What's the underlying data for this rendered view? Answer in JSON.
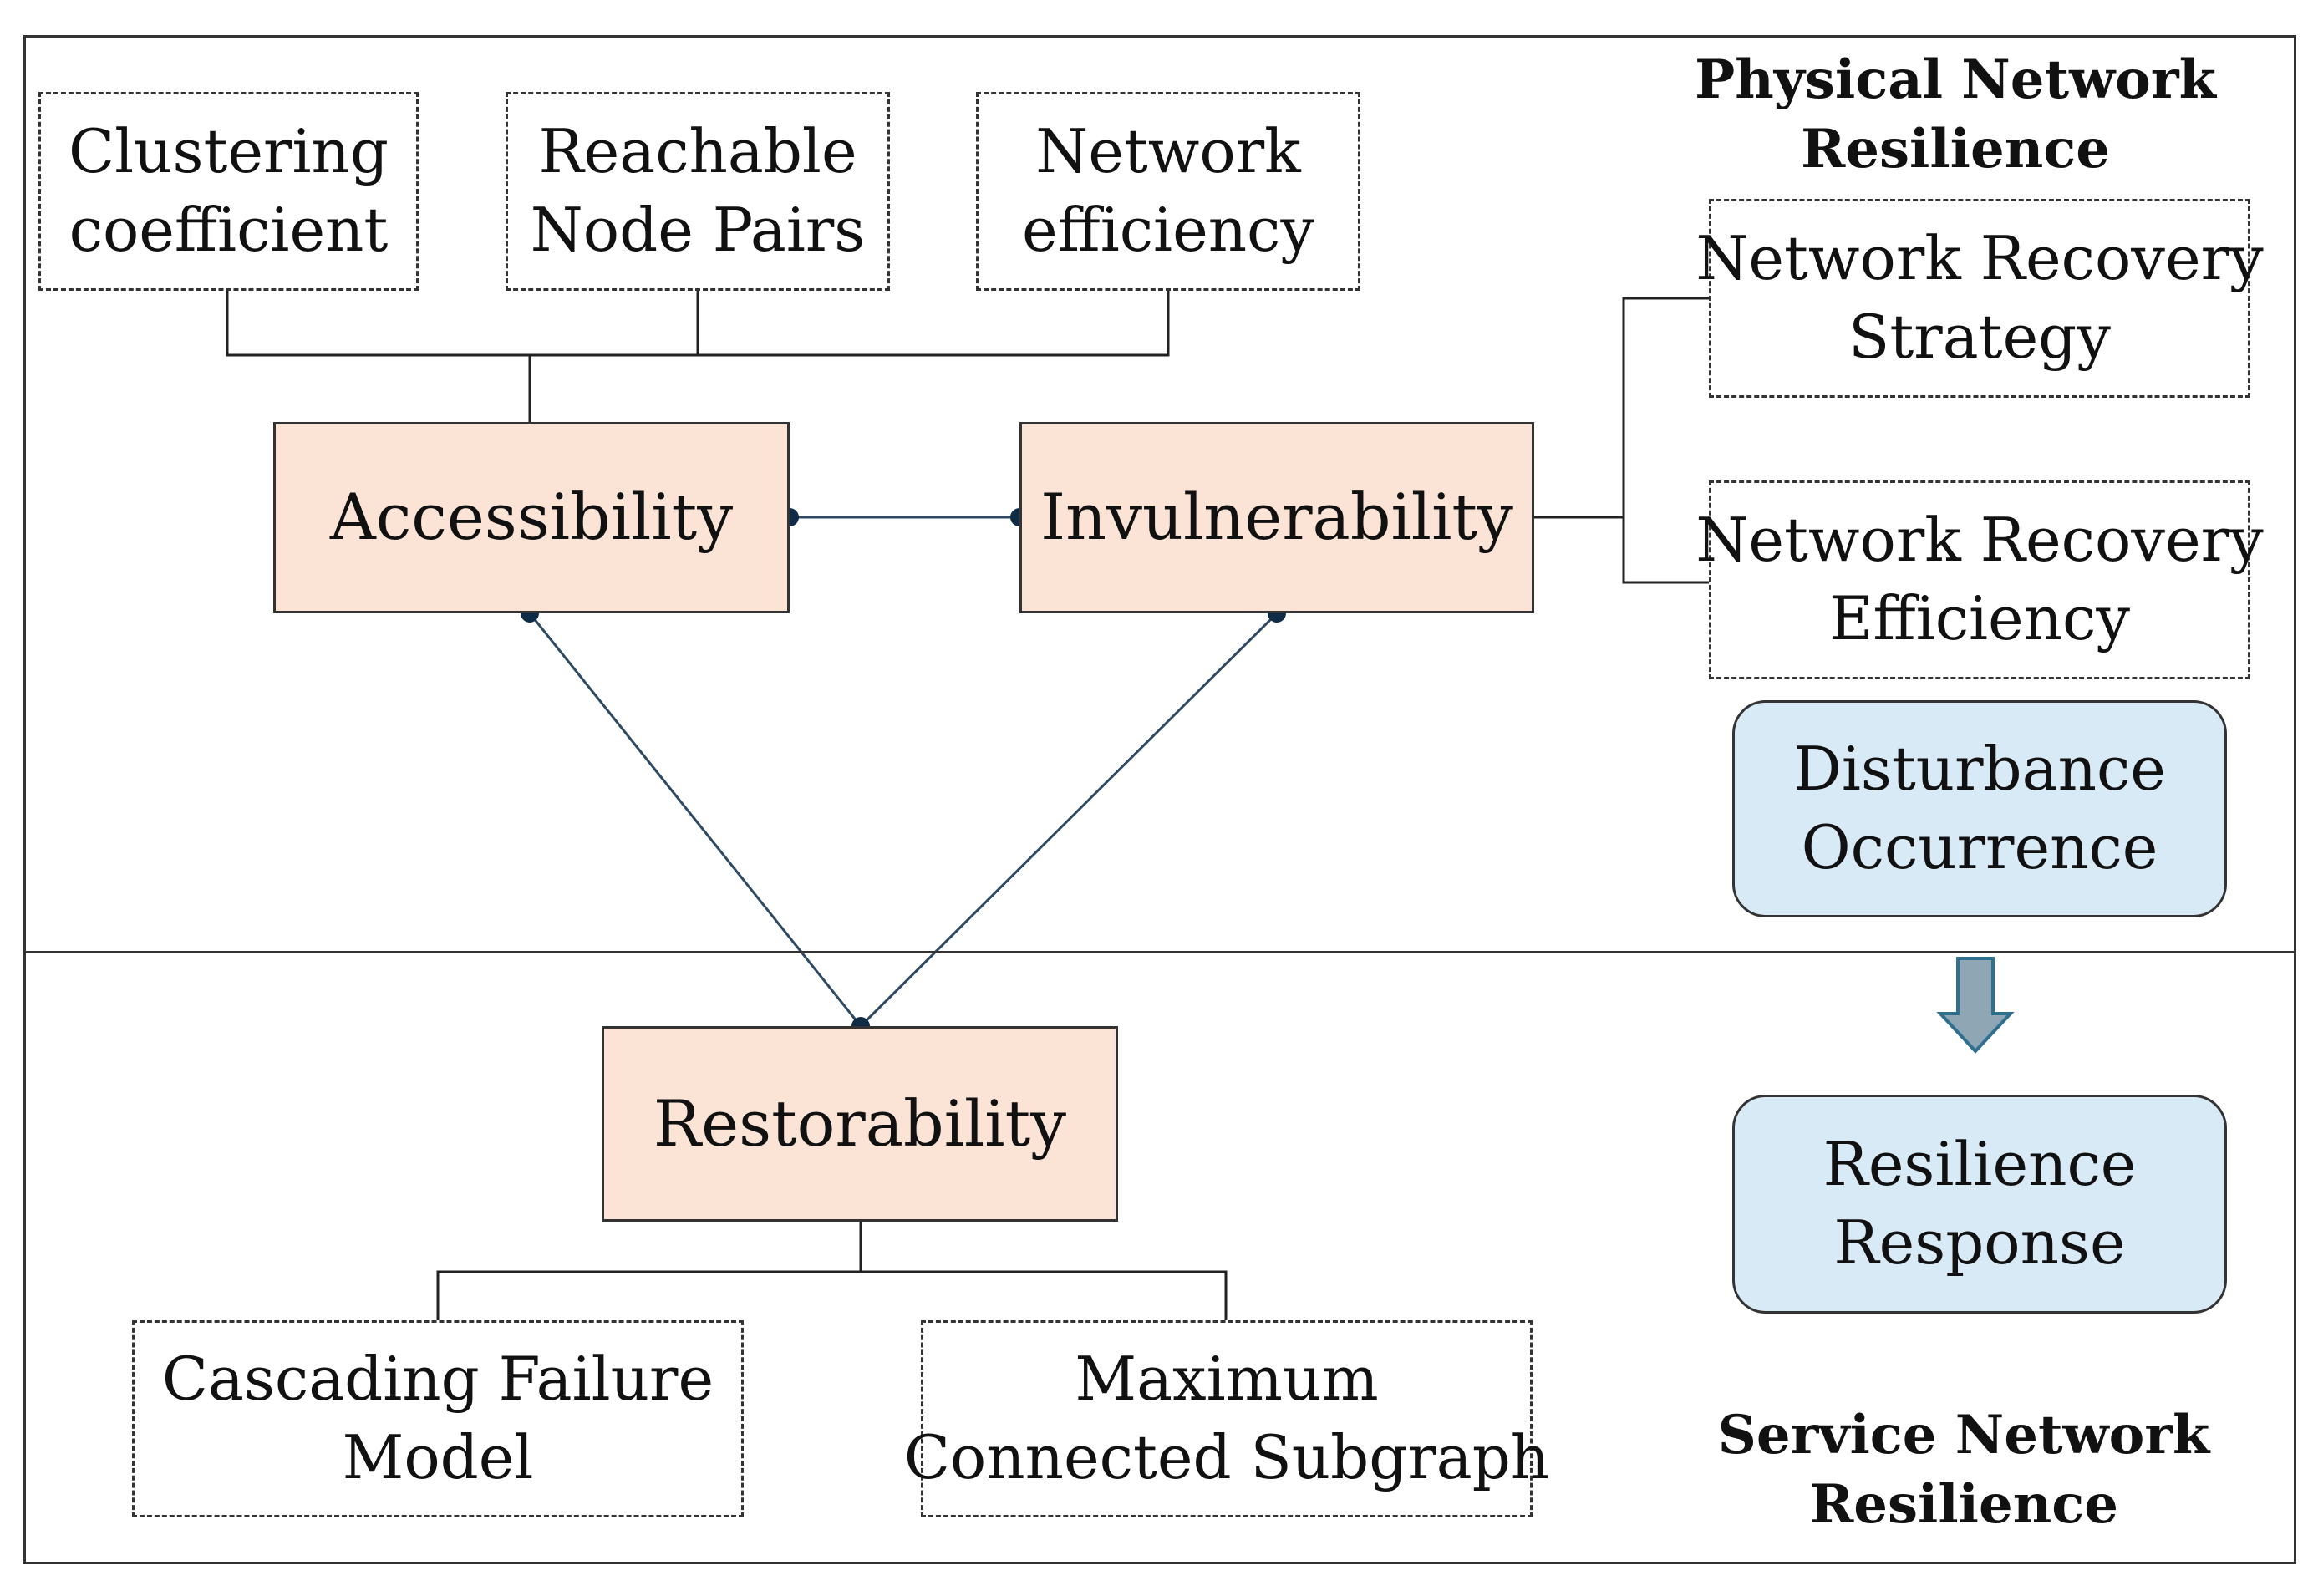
{
  "sections": {
    "physical_heading_line1": "Physical Network",
    "physical_heading_line2": "Resilience",
    "service_heading_line1": "Service Network",
    "service_heading_line2": "Resilience"
  },
  "metrics": {
    "clustering_line1": "Clustering",
    "clustering_line2": "coefficient",
    "reachable_line1": "Reachable",
    "reachable_line2": "Node Pairs",
    "efficiency_line1": "Network",
    "efficiency_line2": "efficiency",
    "recovery_strategy_line1": "Network Recovery",
    "recovery_strategy_line2": "Strategy",
    "recovery_efficiency_line1": "Network Recovery",
    "recovery_efficiency_line2": "Efficiency",
    "cascading_line1": "Cascading Failure",
    "cascading_line2": "Model",
    "max_subgraph_line1": "Maximum",
    "max_subgraph_line2": "Connected Subgraph"
  },
  "core": {
    "accessibility": "Accessibility",
    "invulnerability": "Invulnerability",
    "restorability": "Restorability"
  },
  "process": {
    "disturbance_line1": "Disturbance",
    "disturbance_line2": "Occurrence",
    "response_line1": "Resilience",
    "response_line2": "Response"
  },
  "colors": {
    "core_fill": "#fbe4d6",
    "process_fill": "#d9eaf7",
    "arrow_fill": "#8fa6b4",
    "arrow_stroke": "#2f6f8f",
    "node_dot": "#0f2b45",
    "link_line": "#2e4a63"
  }
}
